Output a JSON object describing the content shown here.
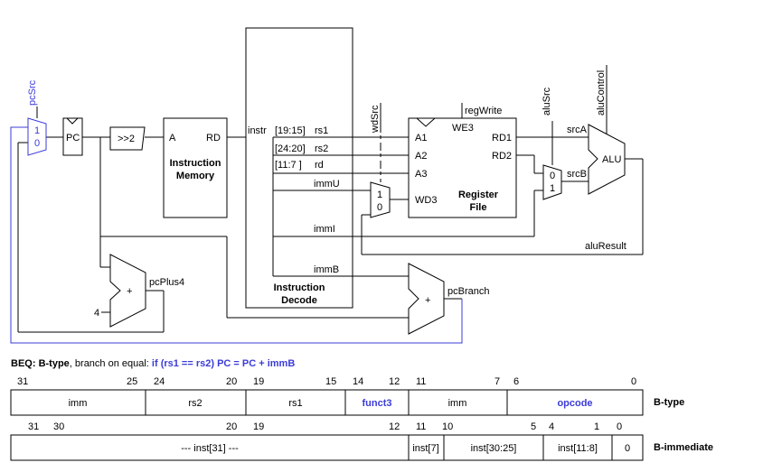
{
  "colors": {
    "accent": "#3b3bd9",
    "line": "#000000"
  },
  "blocks": {
    "pc": "PC",
    "shift": ">>2",
    "imem": {
      "a": "A",
      "rd": "RD",
      "title1": "Instruction",
      "title2": "Memory"
    },
    "decode": {
      "title1": "Instruction",
      "title2": "Decode"
    },
    "regfile": {
      "a1": "A1",
      "a2": "A2",
      "a3": "A3",
      "wd3": "WD3",
      "rd1": "RD1",
      "rd2": "RD2",
      "we3": "WE3",
      "title1": "Register",
      "title2": "File"
    },
    "alu": "ALU",
    "adder_plus4": "+",
    "adder_branch": "+",
    "mux_pc": {
      "in1": "1",
      "in0": "0"
    },
    "mux_wd": {
      "in1": "1",
      "in0": "0"
    },
    "mux_alu": {
      "in0": "0",
      "in1": "1"
    }
  },
  "signals": {
    "pcSrc": "pcSrc",
    "wdSrc": "wdSrc",
    "aluSrc": "aluSrc",
    "aluControl": "aluControl",
    "regWrite": "regWrite",
    "instr": "instr",
    "rs1": "rs1",
    "rs2": "rs2",
    "rd": "rd",
    "rs1_bits": "[19:15]",
    "rs2_bits": "[24:20]",
    "rd_bits": "[11:7 ]",
    "immU": "immU",
    "immI": "immI",
    "immB": "immB",
    "srcA": "srcA",
    "srcB": "srcB",
    "aluResult": "aluResult",
    "pcPlus4": "pcPlus4",
    "pcBranch": "pcBranch",
    "four": "4"
  },
  "description": {
    "prefix": "BEQ",
    "type": ": B-type",
    "text": ", branch on equal: ",
    "expr": "if (rs1 == rs2) PC =  PC + immB"
  },
  "btype": {
    "bits": [
      "31",
      "25",
      "24",
      "20",
      "19",
      "15",
      "14",
      "12",
      "11",
      "7",
      "6",
      "0"
    ],
    "fields": [
      "imm",
      "rs2",
      "rs1",
      "funct3",
      "imm",
      "opcode"
    ],
    "label": "B-type"
  },
  "bimm": {
    "bits": [
      "31",
      "30",
      "20",
      "19",
      "12",
      "11",
      "10",
      "5",
      "4",
      "1",
      "0"
    ],
    "fields": [
      "--- inst[31] ---",
      "inst[7]",
      "inst[30:25]",
      "inst[11:8]",
      "0"
    ],
    "label": "B-immediate"
  }
}
